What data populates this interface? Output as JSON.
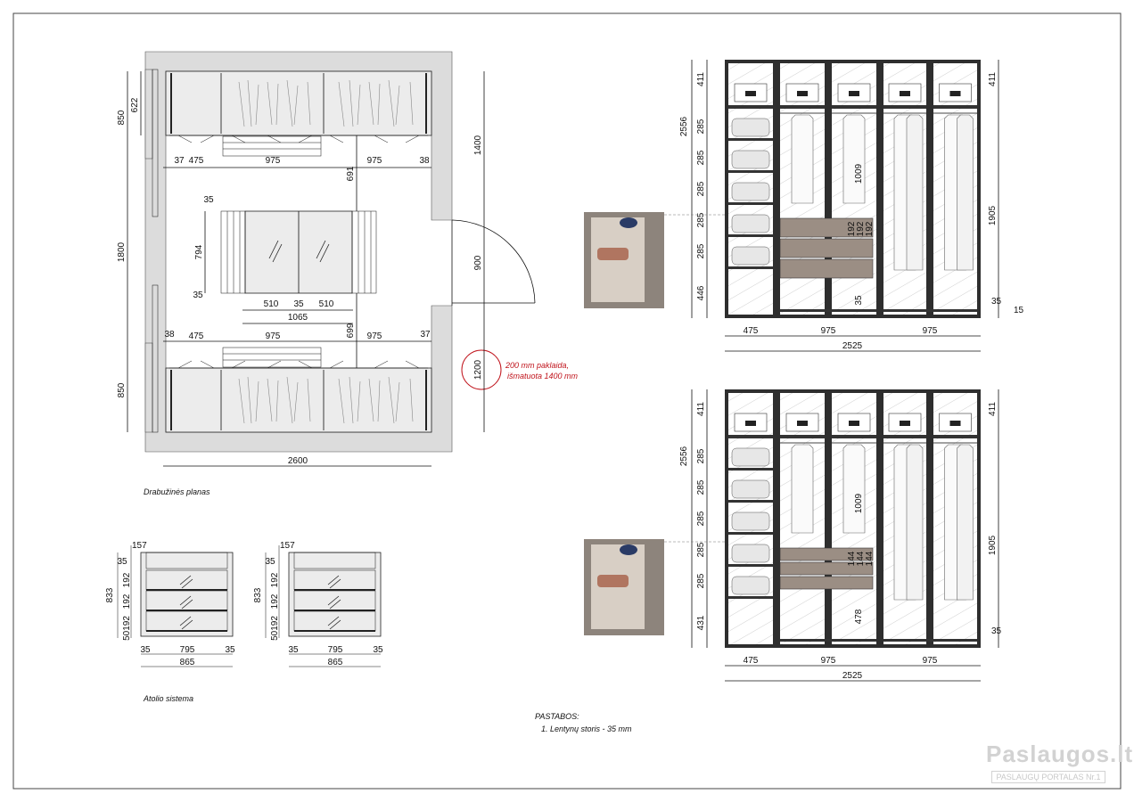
{
  "plan": {
    "title": "Drabužinės planas",
    "dims": {
      "top_widths": [
        "37",
        "475",
        "975",
        "975",
        "38"
      ],
      "bottom_widths": [
        "38",
        "475",
        "975",
        "975",
        "37"
      ],
      "left": [
        "850",
        "622",
        "1800",
        "850"
      ],
      "right": [
        "1400",
        "900",
        "1200"
      ],
      "gap_top": "691",
      "gap_bottom": "699",
      "island_depth": "794",
      "island_side": "35",
      "island_side_b": "35",
      "island_widths": [
        "510",
        "35",
        "510"
      ],
      "island_total": "1065",
      "total_width": "2600"
    },
    "note": [
      "200 mm paklaida,",
      "išmatuota 1400 mm"
    ]
  },
  "atelier": {
    "title": "Atolio sistema",
    "units": [
      {
        "top": "157",
        "d35": "35",
        "height": "833",
        "d192a": "192",
        "d192b": "192",
        "d50": "50192",
        "left": "35",
        "mid": "795",
        "right": "35",
        "total": "865"
      },
      {
        "top": "157",
        "d35": "35",
        "height": "833",
        "d192a": "192",
        "d192b": "192",
        "d50": "50192",
        "left": "35",
        "mid": "795",
        "right": "35",
        "total": "865"
      }
    ]
  },
  "elevations": [
    {
      "height": "2556",
      "left_dims": [
        "411",
        "285",
        "285",
        "285",
        "285",
        "285",
        "446"
      ],
      "right_dims": [
        "411",
        "1905",
        "35",
        "15"
      ],
      "inner": "1009",
      "drawers": [
        "192",
        "192",
        "192"
      ],
      "drawer_bottom": "35",
      "widths": [
        "475",
        "975",
        "975"
      ],
      "total": "2525"
    },
    {
      "height": "2556",
      "left_dims": [
        "411",
        "285",
        "285",
        "285",
        "285",
        "285",
        "431"
      ],
      "right_dims": [
        "411",
        "1905",
        "35"
      ],
      "inner": "1009",
      "drawers": [
        "144",
        "144",
        "144"
      ],
      "drawer_bottom": "478",
      "widths": [
        "475",
        "975",
        "975"
      ],
      "total": "2525"
    }
  ],
  "notes": {
    "heading": "PASTABOS:",
    "items": [
      "1.     Lentynų storis - 35 mm"
    ]
  },
  "watermark": {
    "main": "Paslaugos.lt",
    "sub": "PASLAUGŲ PORTALAS  Nr.1"
  }
}
